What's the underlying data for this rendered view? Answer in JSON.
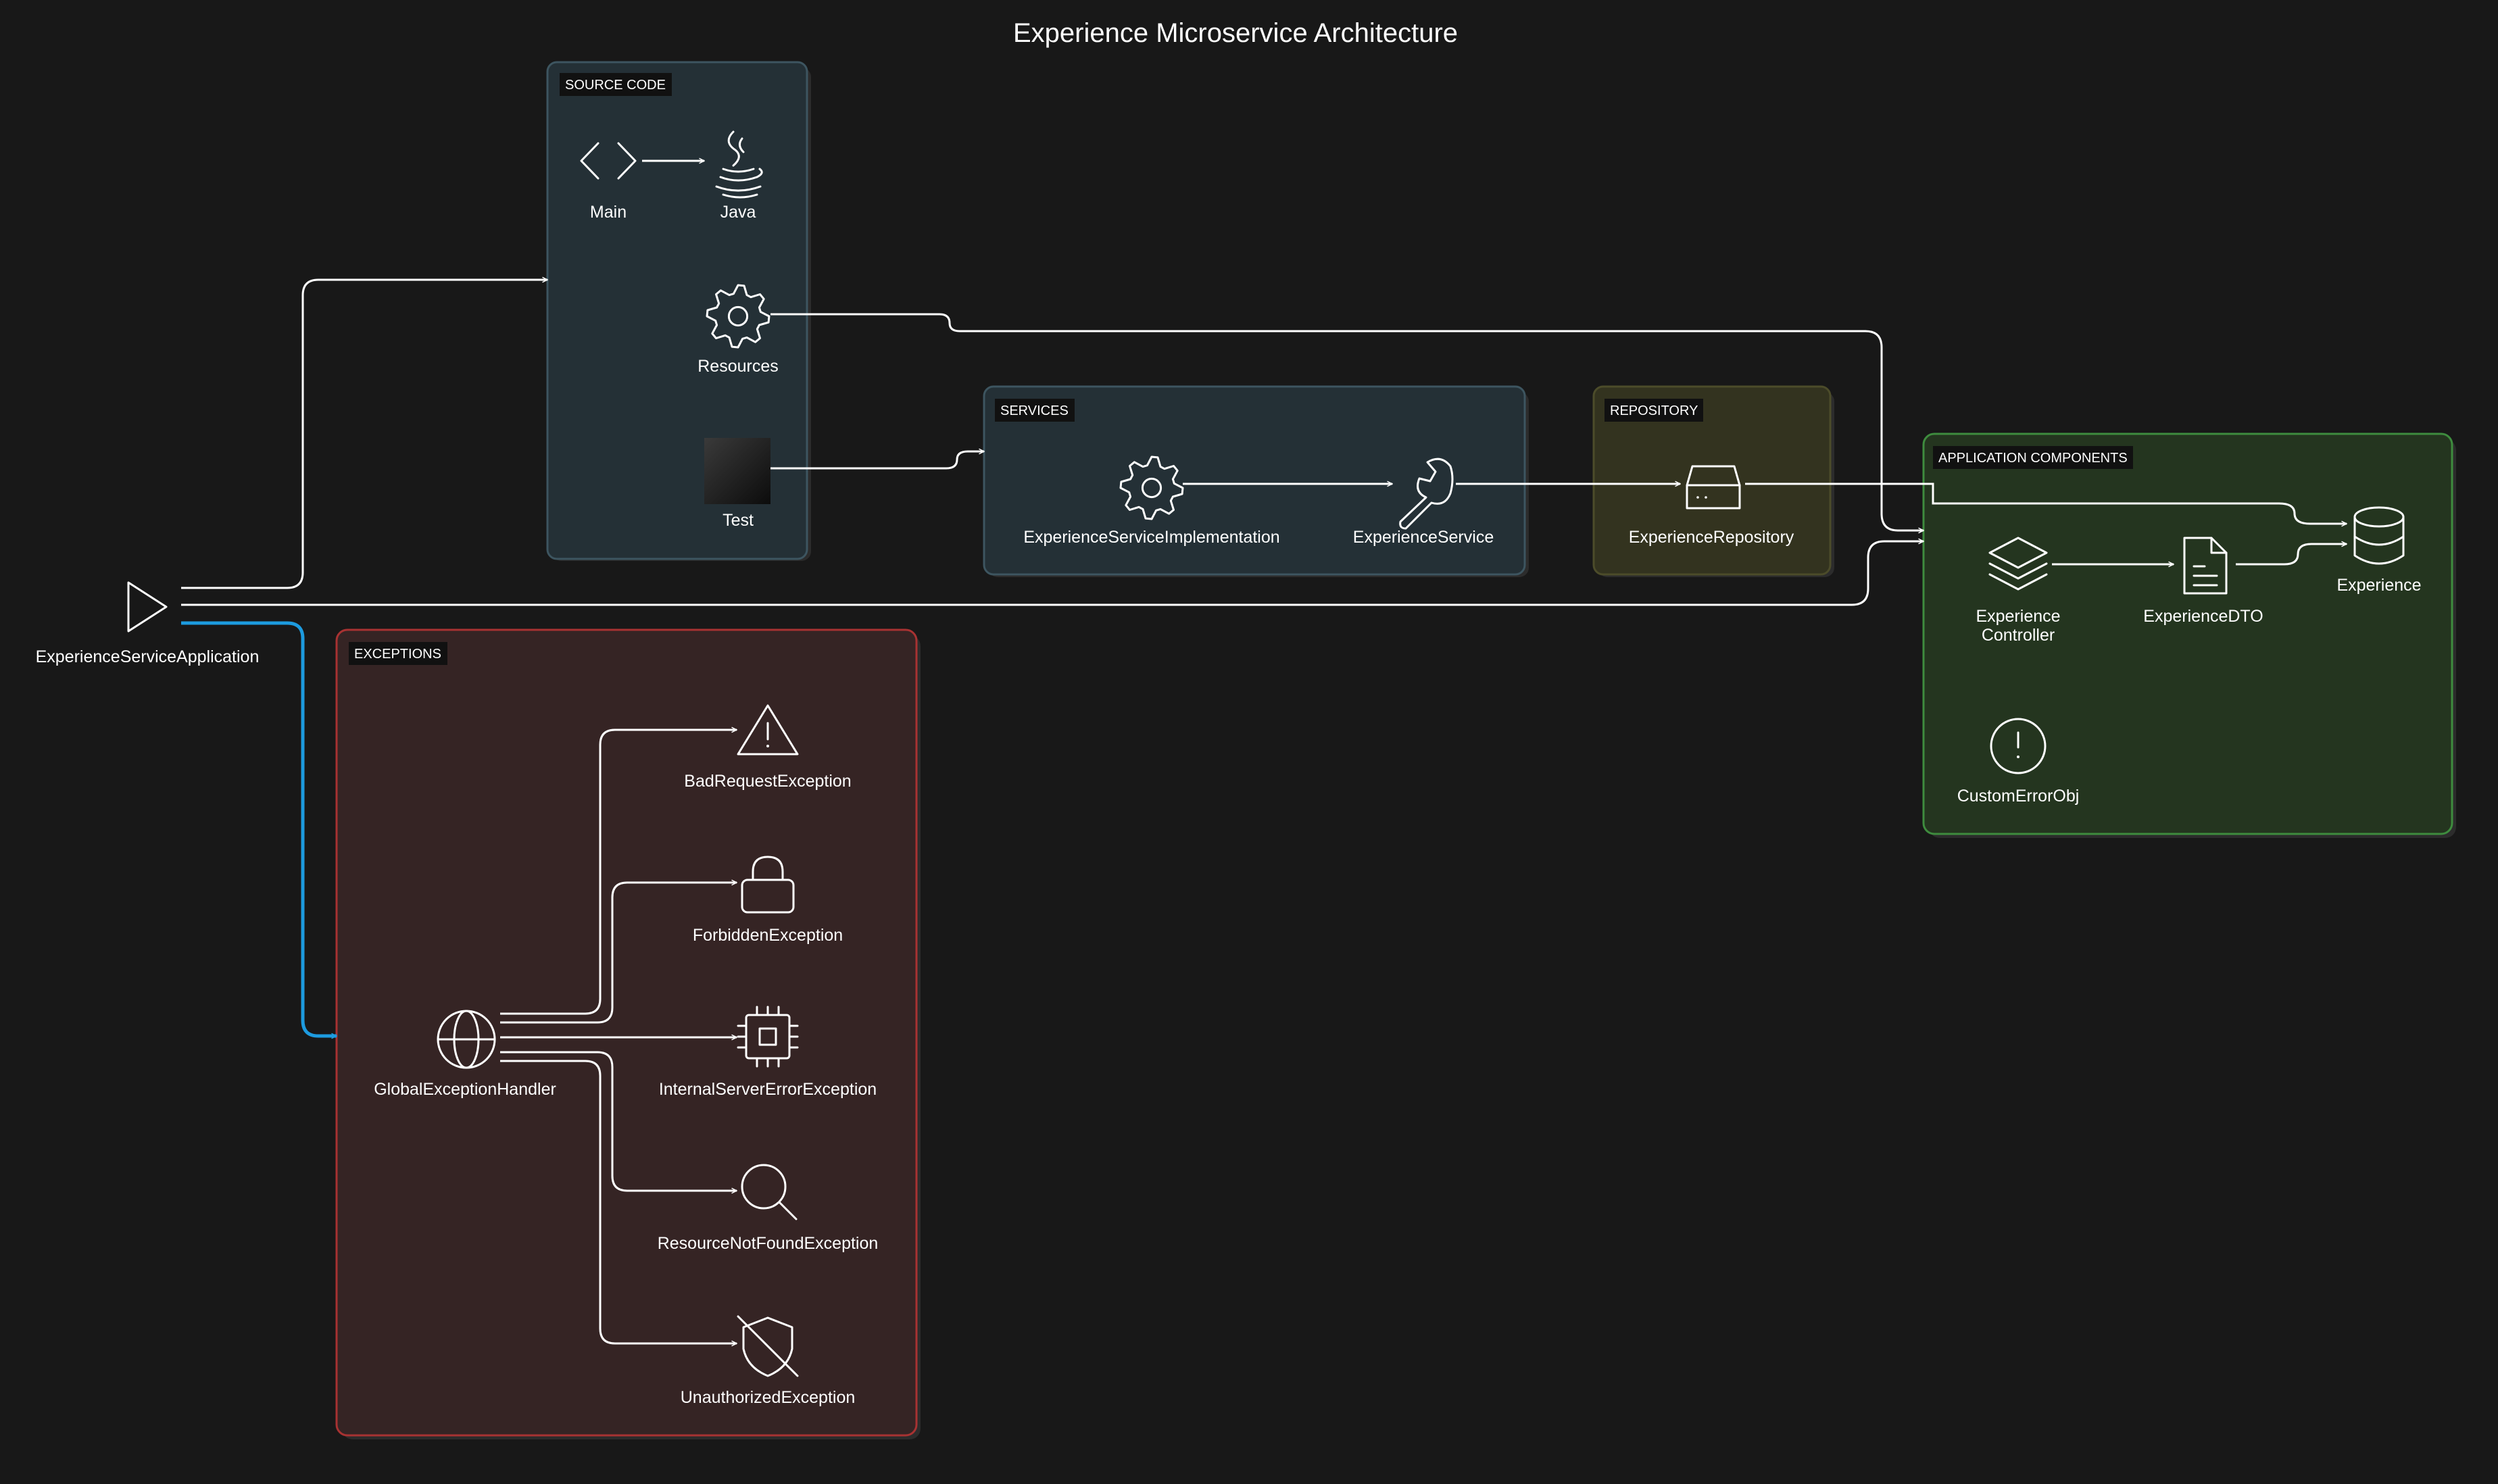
{
  "title": "Experience Microservice Architecture",
  "colors": {
    "background": "#181818",
    "source_code_group": "#243036",
    "services_group": "#243036",
    "repository_group": "#33331f",
    "app_components_group": "#24351f",
    "exceptions_group": "#352424",
    "edge": "#ffffff",
    "highlight_edge": "#1d9bdf"
  },
  "groups": {
    "source_code": "SOURCE CODE",
    "services": "SERVICES",
    "repository": "REPOSITORY",
    "app_components": "APPLICATION COMPONENTS",
    "exceptions": "EXCEPTIONS"
  },
  "nodes": {
    "app": {
      "label": "ExperienceServiceApplication",
      "icon": "play-triangle-icon"
    },
    "main": {
      "label": "Main",
      "icon": "code-brackets-icon"
    },
    "java": {
      "label": "Java",
      "icon": "java-coffee-icon"
    },
    "resources": {
      "label": "Resources",
      "icon": "gear-icon"
    },
    "test": {
      "label": "Test",
      "icon": "test-square-icon"
    },
    "impl": {
      "label": "ExperienceServiceImplementation",
      "icon": "gear-icon"
    },
    "service": {
      "label": "ExperienceService",
      "icon": "wrench-icon"
    },
    "repo": {
      "label": "ExperienceRepository",
      "icon": "hard-drive-icon"
    },
    "controller": {
      "label_line1": "Experience",
      "label_line2": "Controller",
      "icon": "layers-icon"
    },
    "dto": {
      "label": "ExperienceDTO",
      "icon": "document-icon"
    },
    "entity": {
      "label": "Experience",
      "icon": "database-icon"
    },
    "custom_error": {
      "label": "CustomErrorObj",
      "icon": "alert-circle-icon"
    },
    "global_handler": {
      "label": "GlobalExceptionHandler",
      "icon": "globe-icon"
    },
    "bad_request": {
      "label": "BadRequestException",
      "icon": "warning-triangle-icon"
    },
    "forbidden": {
      "label": "ForbiddenException",
      "icon": "lock-icon"
    },
    "internal": {
      "label": "InternalServerErrorException",
      "icon": "cpu-chip-icon"
    },
    "not_found": {
      "label": "ResourceNotFoundException",
      "icon": "search-icon"
    },
    "unauthorized": {
      "label": "UnauthorizedException",
      "icon": "shield-off-icon"
    }
  }
}
